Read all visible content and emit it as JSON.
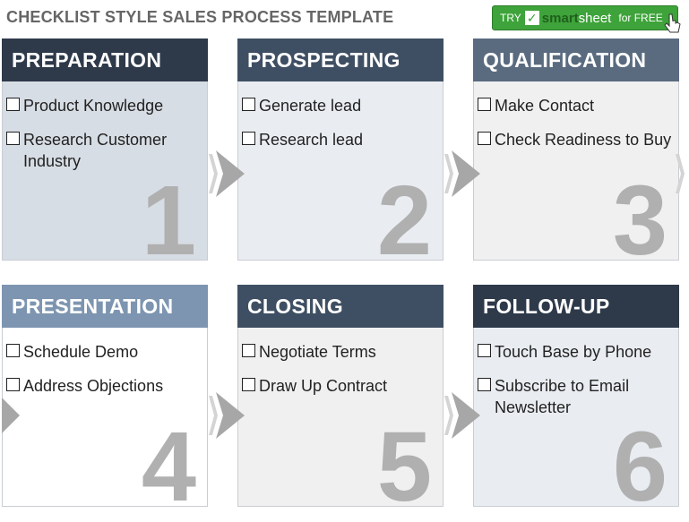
{
  "title": "CHECKLIST STYLE SALES PROCESS TEMPLATE",
  "cta": {
    "try": "TRY",
    "brand_a": "smart",
    "brand_b": "sheet",
    "free": "for FREE"
  },
  "colors": {
    "head_dark": "#2e3a4a",
    "head_mid": "#3f4f63",
    "head_light": "#7d95b0",
    "body_blue": "#d7dde4",
    "body_pale": "#e9edf2",
    "body_gray": "#f0f0f0",
    "body_white": "#ffffff",
    "number": "#b0b0b0",
    "arrow": "#a7a7a7"
  },
  "cards": [
    {
      "heading": "PREPARATION",
      "number": "1",
      "items": [
        "Product Knowledge",
        "Research Customer Industry"
      ]
    },
    {
      "heading": "PROSPECTING",
      "number": "2",
      "items": [
        "Generate lead",
        "Research lead"
      ]
    },
    {
      "heading": "QUALIFICATION",
      "number": "3",
      "items": [
        "Make Contact",
        "Check Readiness to Buy"
      ]
    },
    {
      "heading": "PRESENTATION",
      "number": "4",
      "items": [
        "Schedule Demo",
        "Address Objections"
      ]
    },
    {
      "heading": "CLOSING",
      "number": "5",
      "items": [
        "Negotiate Terms",
        "Draw Up Contract"
      ]
    },
    {
      "heading": "FOLLOW-UP",
      "number": "6",
      "items": [
        "Touch Base by Phone",
        "Subscribe to Email Newsletter"
      ]
    }
  ]
}
